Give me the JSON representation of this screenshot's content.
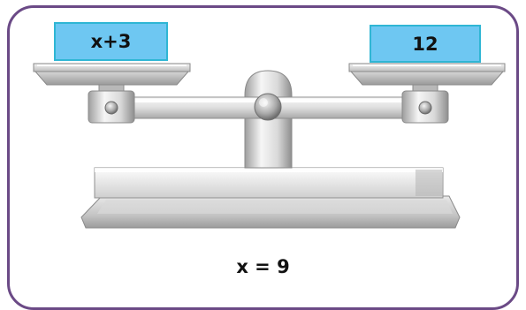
{
  "left_pan": {
    "label": "x+3"
  },
  "right_pan": {
    "label": "12"
  },
  "solution": "x = 9",
  "colors": {
    "frame_border": "#6b4a86",
    "box_fill": "#6ec7f2",
    "box_border": "#2fb6d4",
    "metal_light": "#f1f1f1",
    "metal_mid": "#c9c9c9",
    "metal_dark": "#7d7d7d"
  }
}
